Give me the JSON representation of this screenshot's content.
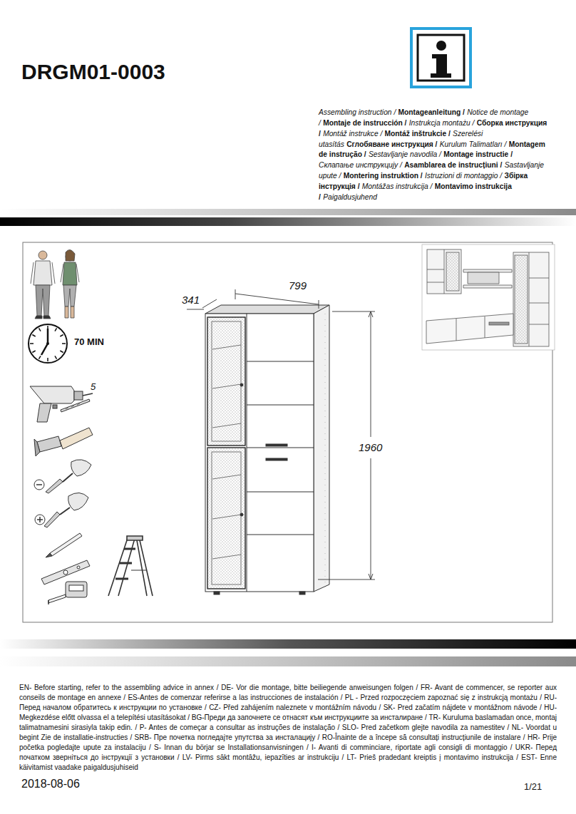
{
  "diagram": {
    "title": "DRGM01-0003",
    "labels": [
      "Assembling instruction /",
      "Montageanleitung /",
      "Notice de montage /",
      "Montaje de instrucción /",
      "Instrukcja montażu /",
      "Сборка инструкция /",
      "Montáž instrukce /",
      "Montáž inštrukcie /",
      "Szerelési utasítás",
      "Сглобяване инструкция /",
      "Kurulum Talimatları /",
      "Montagem de instrução /",
      "Sestavljanje navodila /",
      "Montage instructie /",
      "Склапање инструкцију /",
      "Asamblarea de instrucțiuni /",
      "Sastavljanje upute /",
      "Montering instruktion /",
      "Istruzioni di montaggio /",
      "Збірка інструкція /",
      "Montážas instrukcija /",
      "Montavimo instrukcija /",
      "Paigaldusjuhend",
      "341",
      "799",
      "1960",
      "70 MIN",
      "5",
      "EN- Before starting, refer to the assembling advice in annex / DE- Vor die montage, bitte beiliegende anweisungen folgen / FR- Avant de commencer, se reporter aux conseils de montage en annexe / ES-Antes de comenzar referirse a las instrucciones de instalación / PL - Przed rozpoczęciem zapoznać się z instrukcją montażu / RU- Перед началом обратитесь к инструкции по установке / CZ- Před zahájením naleznete v montážním návodu / SK- Pred začatím nájdete v montážnom návode / HU- Megkezdése előtt olvassa el a telepítési utasításokat / BG-Преди да започнете се отнасят към инструкциите за инсталиране / TR- Kuruluma baslamadan once, montaj talimatnamesini sirasiyla takip edin. / P- Antes de começar a consultar as instruções de instalação / SLO- Pred začetkom glejte navodila za namestitev / NL- Voordat u begint Zie de installatie-instructies / SRB- Пре почетка погледајте упутства за инсталацију / RO-Înainte de a începe să consultați instrucțiunile de instalare / HR- Prije početka pogledajte upute za instalaciju / S- Innan du börjar se Installationsanvisningen / I- Avanti di comminciare, riportate agli consigli di montaggio / UKR- Перед початком зверніться до інструкції з установки / LV- Pirms sākt montāžu, iepazīties ar instrukciju / LT- Prieš pradedant kreiptis į montavimo instrukcija / EST- Enne käivitamist vaadake paigaldusjuhiseid",
      "2018-08-06",
      "1/21"
    ]
  }
}
